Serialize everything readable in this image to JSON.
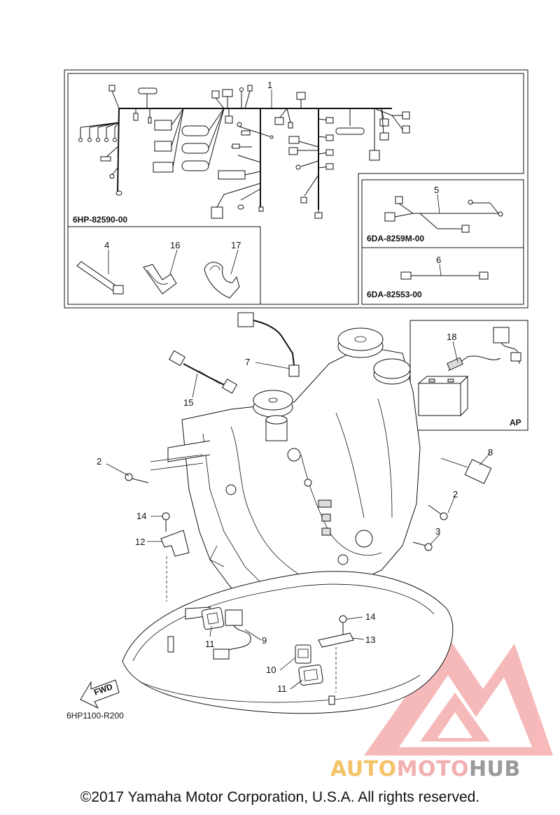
{
  "diagram": {
    "callouts": {
      "c1": "1",
      "c2a": "2",
      "c2b": "2",
      "c3": "3",
      "c4": "4",
      "c5": "5",
      "c6": "6",
      "c7": "7",
      "c8": "8",
      "c9": "9",
      "c10": "10",
      "c11a": "11",
      "c11b": "11",
      "c12": "12",
      "c13": "13",
      "c14a": "14",
      "c14b": "14",
      "c15": "15",
      "c16": "16",
      "c17": "17",
      "c18": "18"
    },
    "part_codes": {
      "harness": "6HP-82590-00",
      "sub_harness": "6DA-8259M-00",
      "lead": "6DA-82553-00"
    },
    "ap_label": "AP",
    "fwd_label": "FWD",
    "figure_code": "6HP1100-R200"
  },
  "watermark": {
    "part1": "AUTO",
    "part2": "MOTO",
    "part3": "HUB",
    "colors": {
      "auto": "#f5c36a",
      "moto": "#f3b0b0",
      "hub": "#9a9a9a",
      "logo": "#f08080"
    }
  },
  "footer": {
    "copyright": "©2017 Yamaha Motor Corporation, U.S.A. All rights reserved."
  }
}
